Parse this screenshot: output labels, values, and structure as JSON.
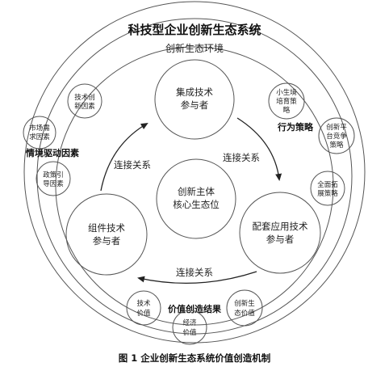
{
  "diagram": {
    "title": "科技型企业创新生态系统",
    "environment_label": "创新生态环境",
    "core": {
      "line1": "创新主体",
      "line2": "核心生态位"
    },
    "participants": {
      "integration": {
        "line1": "集成技术",
        "line2": "参与者"
      },
      "application": {
        "line1": "配套应用技术",
        "line2": "参与者"
      },
      "component": {
        "line1": "组件技术",
        "line2": "参与者"
      }
    },
    "connections": {
      "right": "连接关系",
      "bottom": "连接关系",
      "left": "连接关系"
    },
    "groups": {
      "situation_drivers": {
        "label": "情境驱动因素",
        "items": [
          {
            "line1": "技术创",
            "line2": "新因素"
          },
          {
            "line1": "市场需",
            "line2": "求因素"
          },
          {
            "line1": "政策引",
            "line2": "导因素"
          }
        ]
      },
      "behavior_strategies": {
        "label": "行为策略",
        "items": [
          {
            "line1": "小生境",
            "line2": "培育策",
            "line3": "略"
          },
          {
            "line1": "创新平",
            "line2": "台竞争",
            "line3": "策略"
          },
          {
            "line1": "全面拓",
            "line2": "展策略"
          }
        ]
      },
      "value_results": {
        "label": "价值创造结果",
        "items": [
          {
            "line1": "技术",
            "line2": "价值"
          },
          {
            "line1": "经济",
            "line2": "价值"
          },
          {
            "line1": "创新生",
            "line2": "态价值"
          }
        ]
      }
    },
    "caption": "图 1   企业创新生态系统价值创造机制"
  }
}
